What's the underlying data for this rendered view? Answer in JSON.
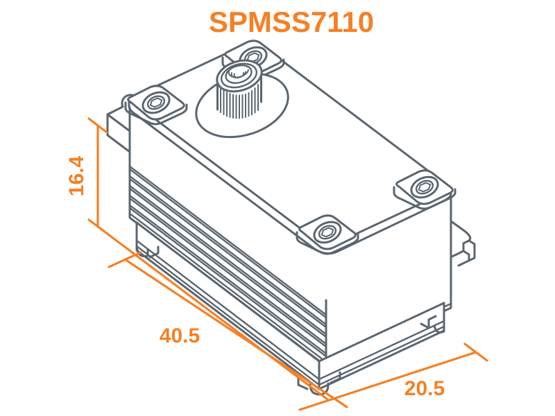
{
  "page": {
    "background": "#ffffff"
  },
  "title": {
    "text": "SPMSS7110",
    "color": "#F58025"
  },
  "drawing": {
    "line_color": "#5A656F",
    "accent_color": "#F58025",
    "dimensions": {
      "height": {
        "value": "16.4"
      },
      "length": {
        "value": "40.5"
      },
      "width": {
        "value": "20.5"
      }
    }
  }
}
